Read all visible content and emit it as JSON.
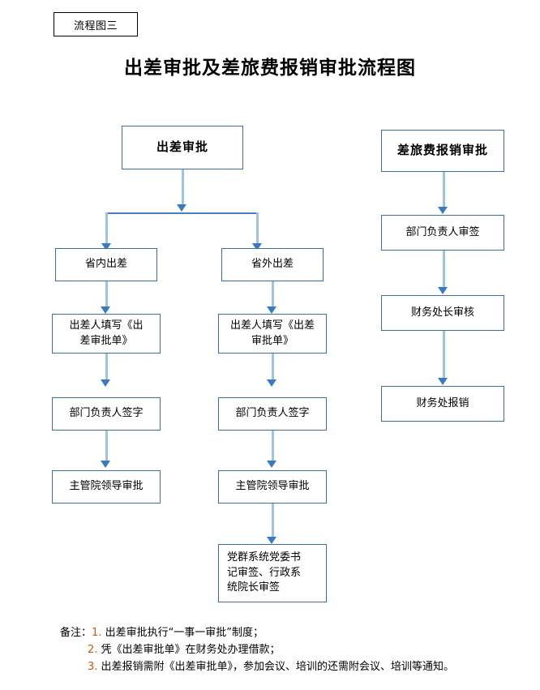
{
  "page": {
    "tag_label": "流程图三",
    "title": "出差审批及差旅费报销审批流程图"
  },
  "colors": {
    "box_border": "#3a6ea5",
    "connector_line": "#9dc3e6",
    "connector_bar": "#4a7ebb",
    "arrow_head": "#3a7ac0",
    "note_number": "#c55a11",
    "tag_border": "#000000"
  },
  "flow": {
    "business_trip_approval": {
      "header": "出差审批",
      "branches": [
        {
          "branch_name": "province-inner",
          "steps": [
            "省内出差",
            "出差人填写《出\n差审批单》",
            "部门负责人签字",
            "主管院领导审批"
          ]
        },
        {
          "branch_name": "province-outer",
          "steps": [
            "省外出差",
            "出差人填写《出差\n审批单》",
            "部门负责人签字",
            "主管院领导审批",
            "党群系统党委书\n记审签、行政系\n统院长审签"
          ]
        }
      ]
    },
    "expense_reimbursement": {
      "header": "差旅费报销审批",
      "steps": [
        "部门负责人审签",
        "财务处长审核",
        "财务处报销"
      ]
    }
  },
  "notes": {
    "label": "备注：",
    "items": [
      {
        "num": "1.",
        "text": "出差审批执行“一事一审批”制度；"
      },
      {
        "num": "2.",
        "text": "凭《出差审批单》在财务处办理借款；"
      },
      {
        "num": "3.",
        "text": "出差报销需附《出差审批单》，参加会议、培训的还需附会议、培训等通知。"
      }
    ]
  }
}
